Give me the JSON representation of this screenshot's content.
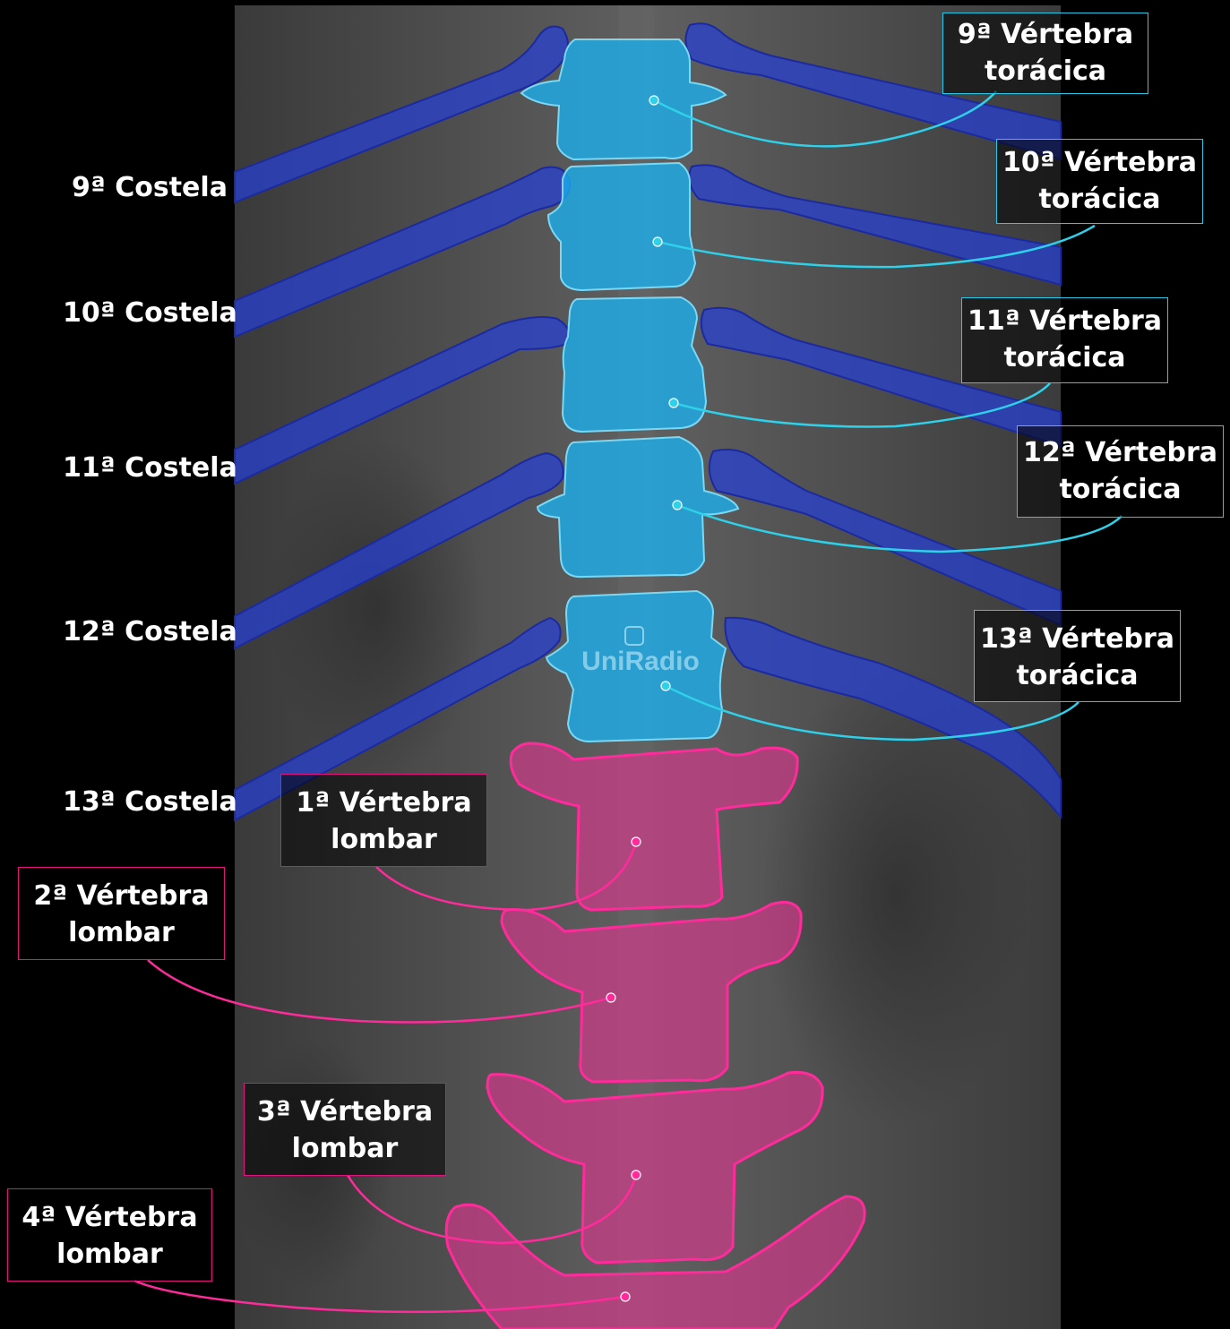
{
  "watermark": "UniRadio",
  "colors": {
    "thoracic_fill": "#1ab0ee",
    "thoracic_line": "#2fd0ea",
    "rib_fill": "#2740d4",
    "lumbar_fill": "#e0358f",
    "lumbar_line": "#ff2b9b",
    "background": "#000000"
  },
  "ribs": [
    {
      "label": "9ª Costela"
    },
    {
      "label": "10ª Costela"
    },
    {
      "label": "11ª Costela"
    },
    {
      "label": "12ª Costela"
    },
    {
      "label": "13ª Costela"
    }
  ],
  "thoracic_vertebrae": [
    {
      "line1": "9ª Vértebra",
      "line2": "torácica"
    },
    {
      "line1": "10ª Vértebra",
      "line2": "torácica"
    },
    {
      "line1": "11ª Vértebra",
      "line2": "torácica"
    },
    {
      "line1": "12ª Vértebra",
      "line2": "torácica"
    },
    {
      "line1": "13ª Vértebra",
      "line2": "torácica"
    }
  ],
  "lumbar_vertebrae": [
    {
      "line1": "1ª Vértebra",
      "line2": "lombar"
    },
    {
      "line1": "2ª Vértebra",
      "line2": "lombar"
    },
    {
      "line1": "3ª Vértebra",
      "line2": "lombar"
    },
    {
      "line1": "4ª Vértebra",
      "line2": "lombar"
    }
  ]
}
